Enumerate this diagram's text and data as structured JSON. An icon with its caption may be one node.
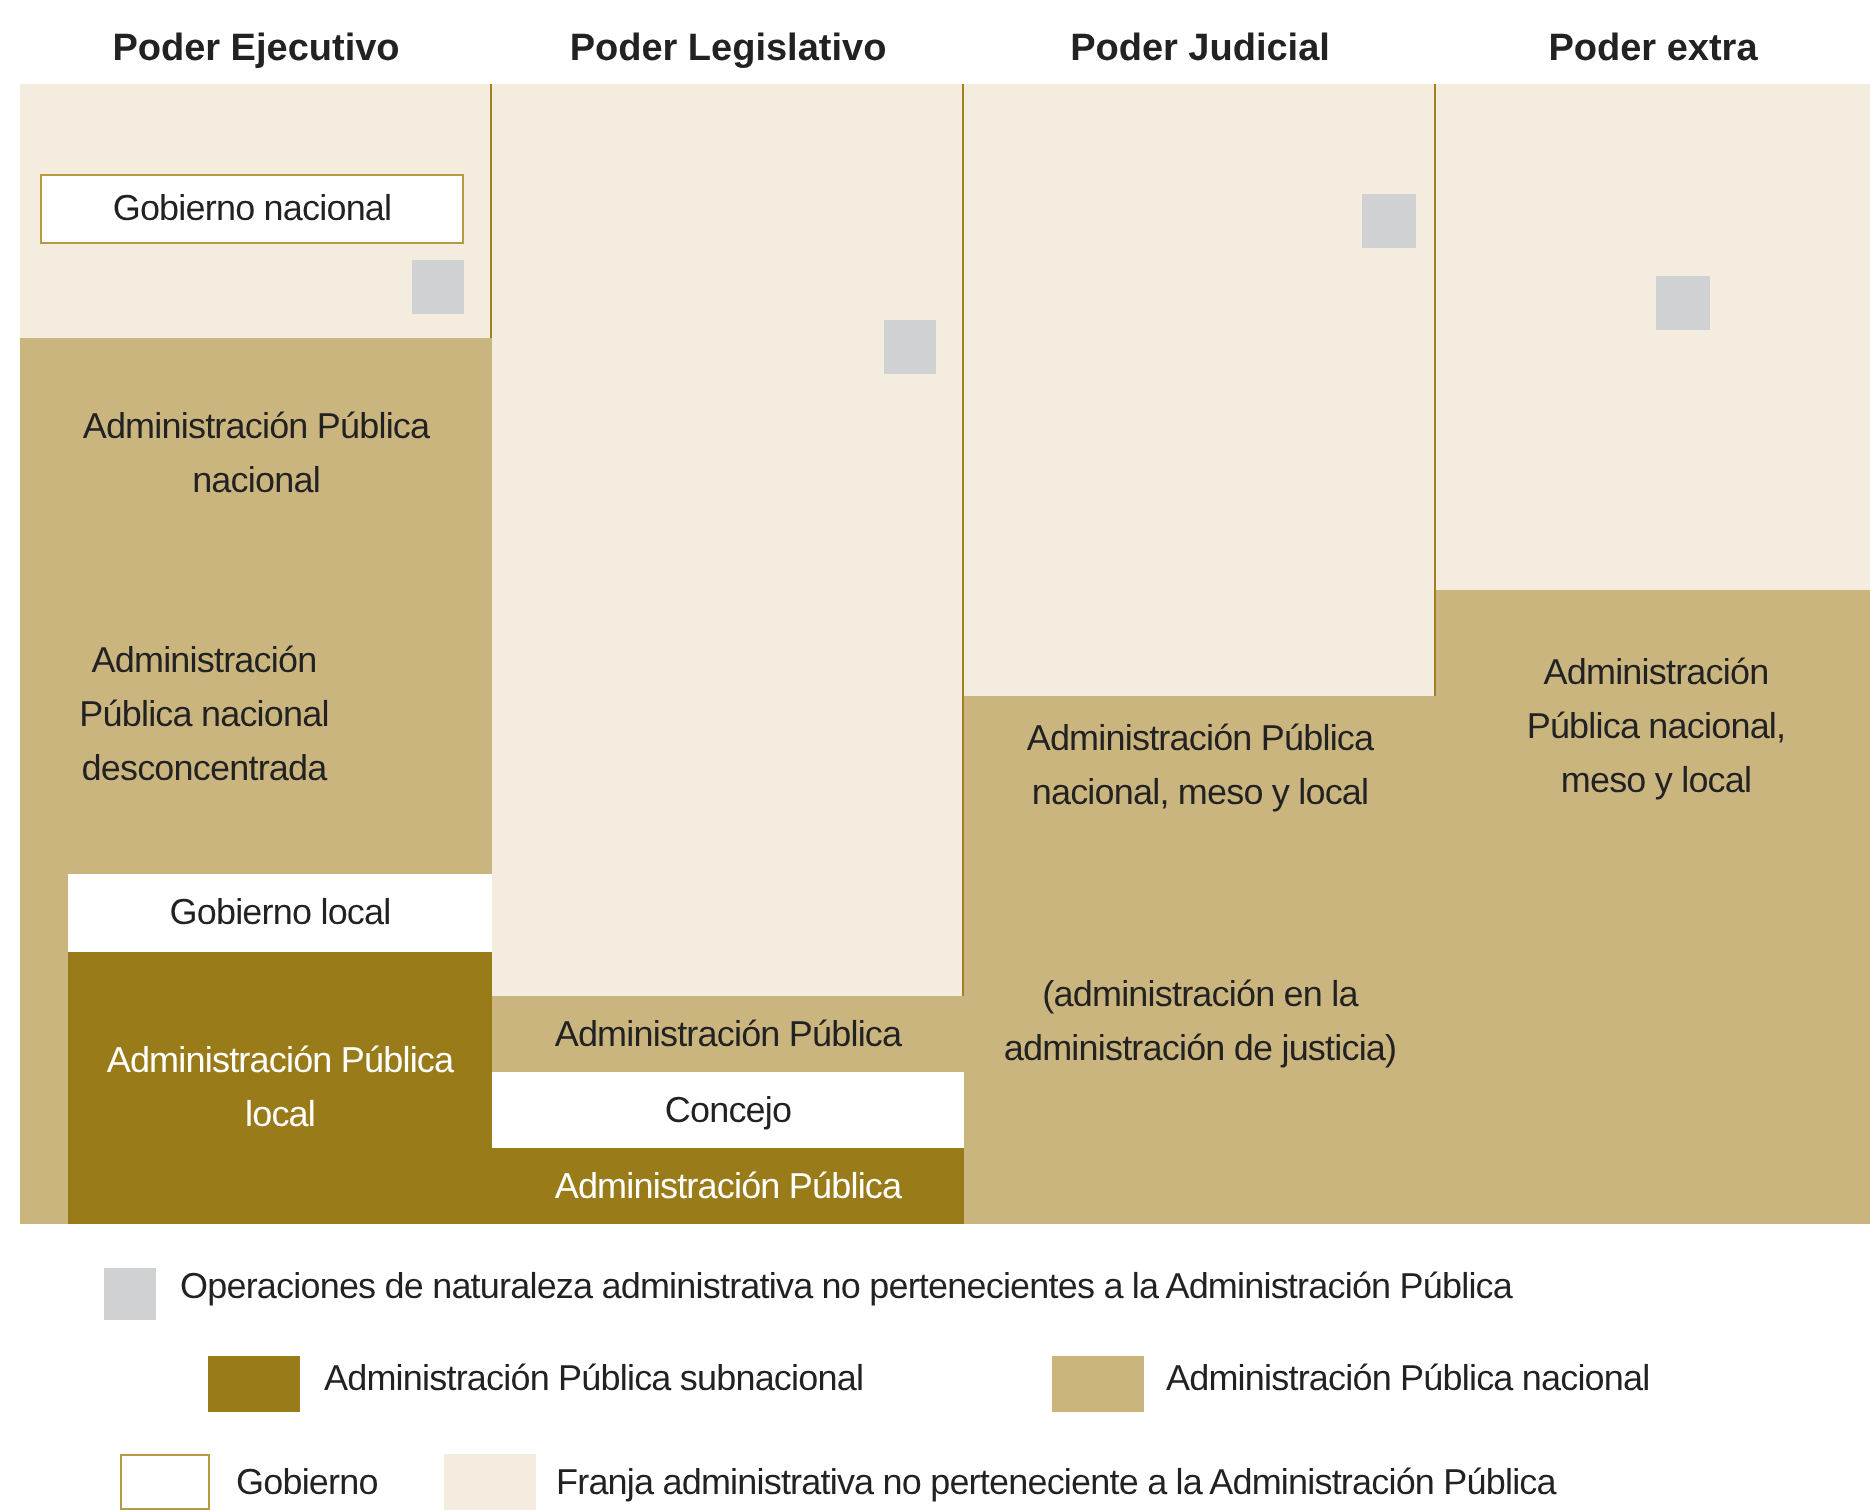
{
  "diagram": {
    "nodes": [
      {
        "text": [
          "Poder Ejecutivo"
        ]
      },
      {
        "text": [
          "Gobierno nacional"
        ],
        "in": 0
      },
      {
        "text": [],
        "shape": "box",
        "in": 0
      },
      {
        "text": [
          "Administración Pública nacional",
          "Administración Pública nacional desconcentrada"
        ],
        "in": 0
      },
      {
        "text": [
          "Gobierno local"
        ],
        "in": 3
      },
      {
        "text": [
          "Administración Pública local"
        ],
        "in": 3
      },
      {
        "text": [
          "Poder Legislativo"
        ]
      },
      {
        "text": [],
        "shape": "box",
        "in": 6
      },
      {
        "text": [
          "Administración Pública"
        ],
        "in": 6
      },
      {
        "text": [
          "Concejo"
        ],
        "in": 6
      },
      {
        "text": [
          "Administración Pública"
        ],
        "in": 6
      },
      {
        "text": [
          "Poder Judicial"
        ]
      },
      {
        "text": [],
        "shape": "box",
        "in": 11
      },
      {
        "text": [
          "Administración Pública nacional, meso y local",
          "(administración en la administración de justicia)"
        ],
        "in": 11
      },
      {
        "text": [
          "Poder extra"
        ]
      },
      {
        "text": [],
        "shape": "box",
        "in": 14
      },
      {
        "text": [
          "Administración Pública nacional, meso y local"
        ],
        "in": 14
      }
    ],
    "legend": [
      {
        "text": "Operaciones de naturaleza administrativa no pertenecientes a la Administración Pública",
        "color": "#d0d1d3"
      },
      {
        "text": "Administración Pública subnacional",
        "color": "#9a7b1a"
      },
      {
        "text": "Administración Pública nacional",
        "color": "#cbb57e"
      },
      {
        "text": "Gobierno",
        "color": "#ffffff"
      },
      {
        "text": "Franja administrativa no perteneciente a la Administración Pública",
        "color": "#f3ecdf"
      }
    ]
  }
}
